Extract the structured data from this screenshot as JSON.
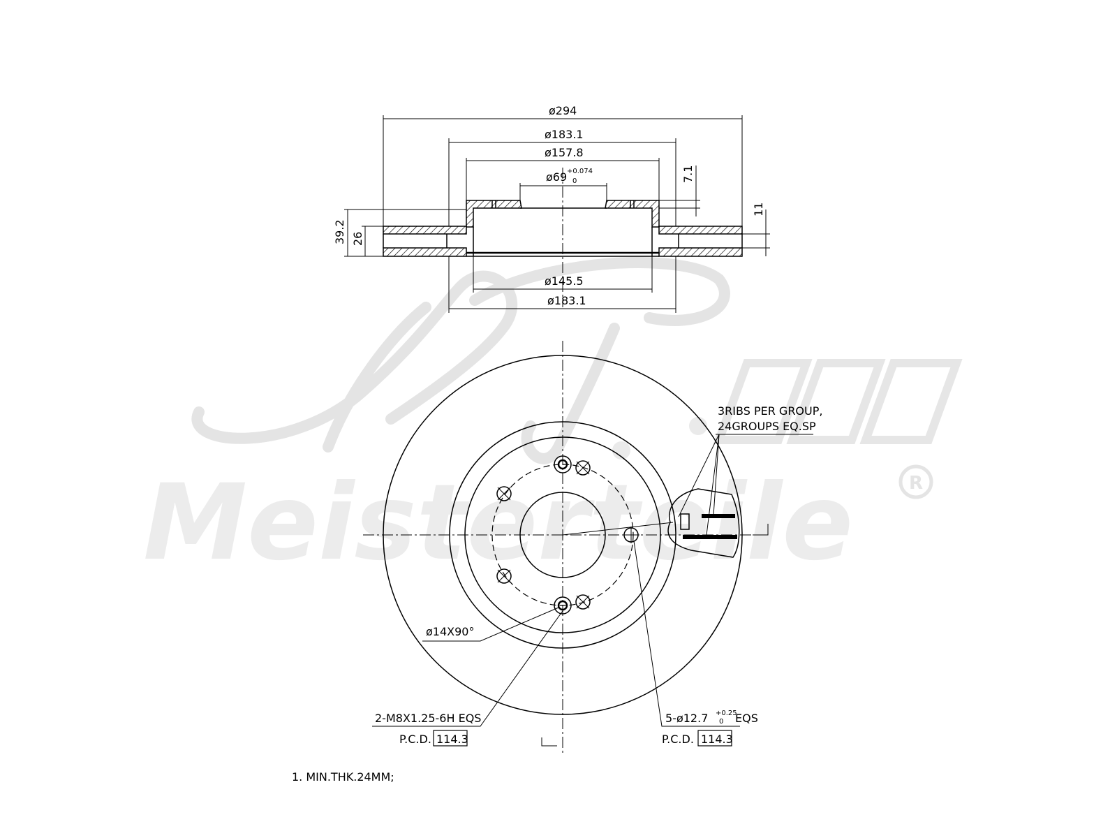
{
  "watermark": {
    "brand_line1": "A.T.",
    "brand_line2": "Meisterteile",
    "registered_mark": "R"
  },
  "section_view": {
    "dim_overall_diameter": "ø294",
    "dim_top_hat_outer": "ø183.1",
    "dim_top_hat_inner": "ø157.8",
    "dim_center_bore": "ø69",
    "dim_center_bore_tol_upper": "+0.074",
    "dim_center_bore_tol_lower": "0",
    "dim_hat_top_thickness": "7.1",
    "dim_friction_plate": "11",
    "dim_total_height": "39.2",
    "dim_disc_thickness": "26",
    "dim_bottom_inner": "ø145.5",
    "dim_bottom_outer": "ø183.1"
  },
  "plan_view": {
    "ribs_note_line1": "3RIBS PER GROUP,",
    "ribs_note_line2": "24GROUPS EQ.SP",
    "countersink": "ø14X90°",
    "thread_holes": "2-M8X1.25-6H EQS",
    "thread_pcd_label": "P.C.D.",
    "thread_pcd_value": "114.3",
    "bolt_holes_prefix": "5-ø12.7",
    "bolt_holes_tol_upper": "+0.25",
    "bolt_holes_tol_lower": "0",
    "bolt_holes_suffix": "EQS",
    "bolt_pcd_label": "P.C.D.",
    "bolt_pcd_value": "114.3"
  },
  "notes": {
    "min_thickness": "1. MIN.THK.24MM;"
  }
}
